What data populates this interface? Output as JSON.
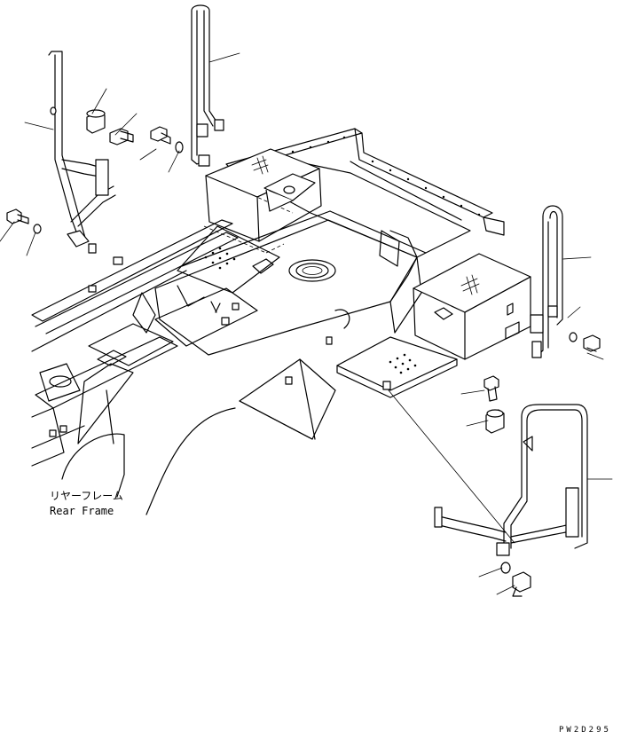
{
  "labels": {
    "frame_jp": "リヤーフレーム",
    "frame_en": "Rear Frame"
  },
  "drawing_code": "PW2D295"
}
